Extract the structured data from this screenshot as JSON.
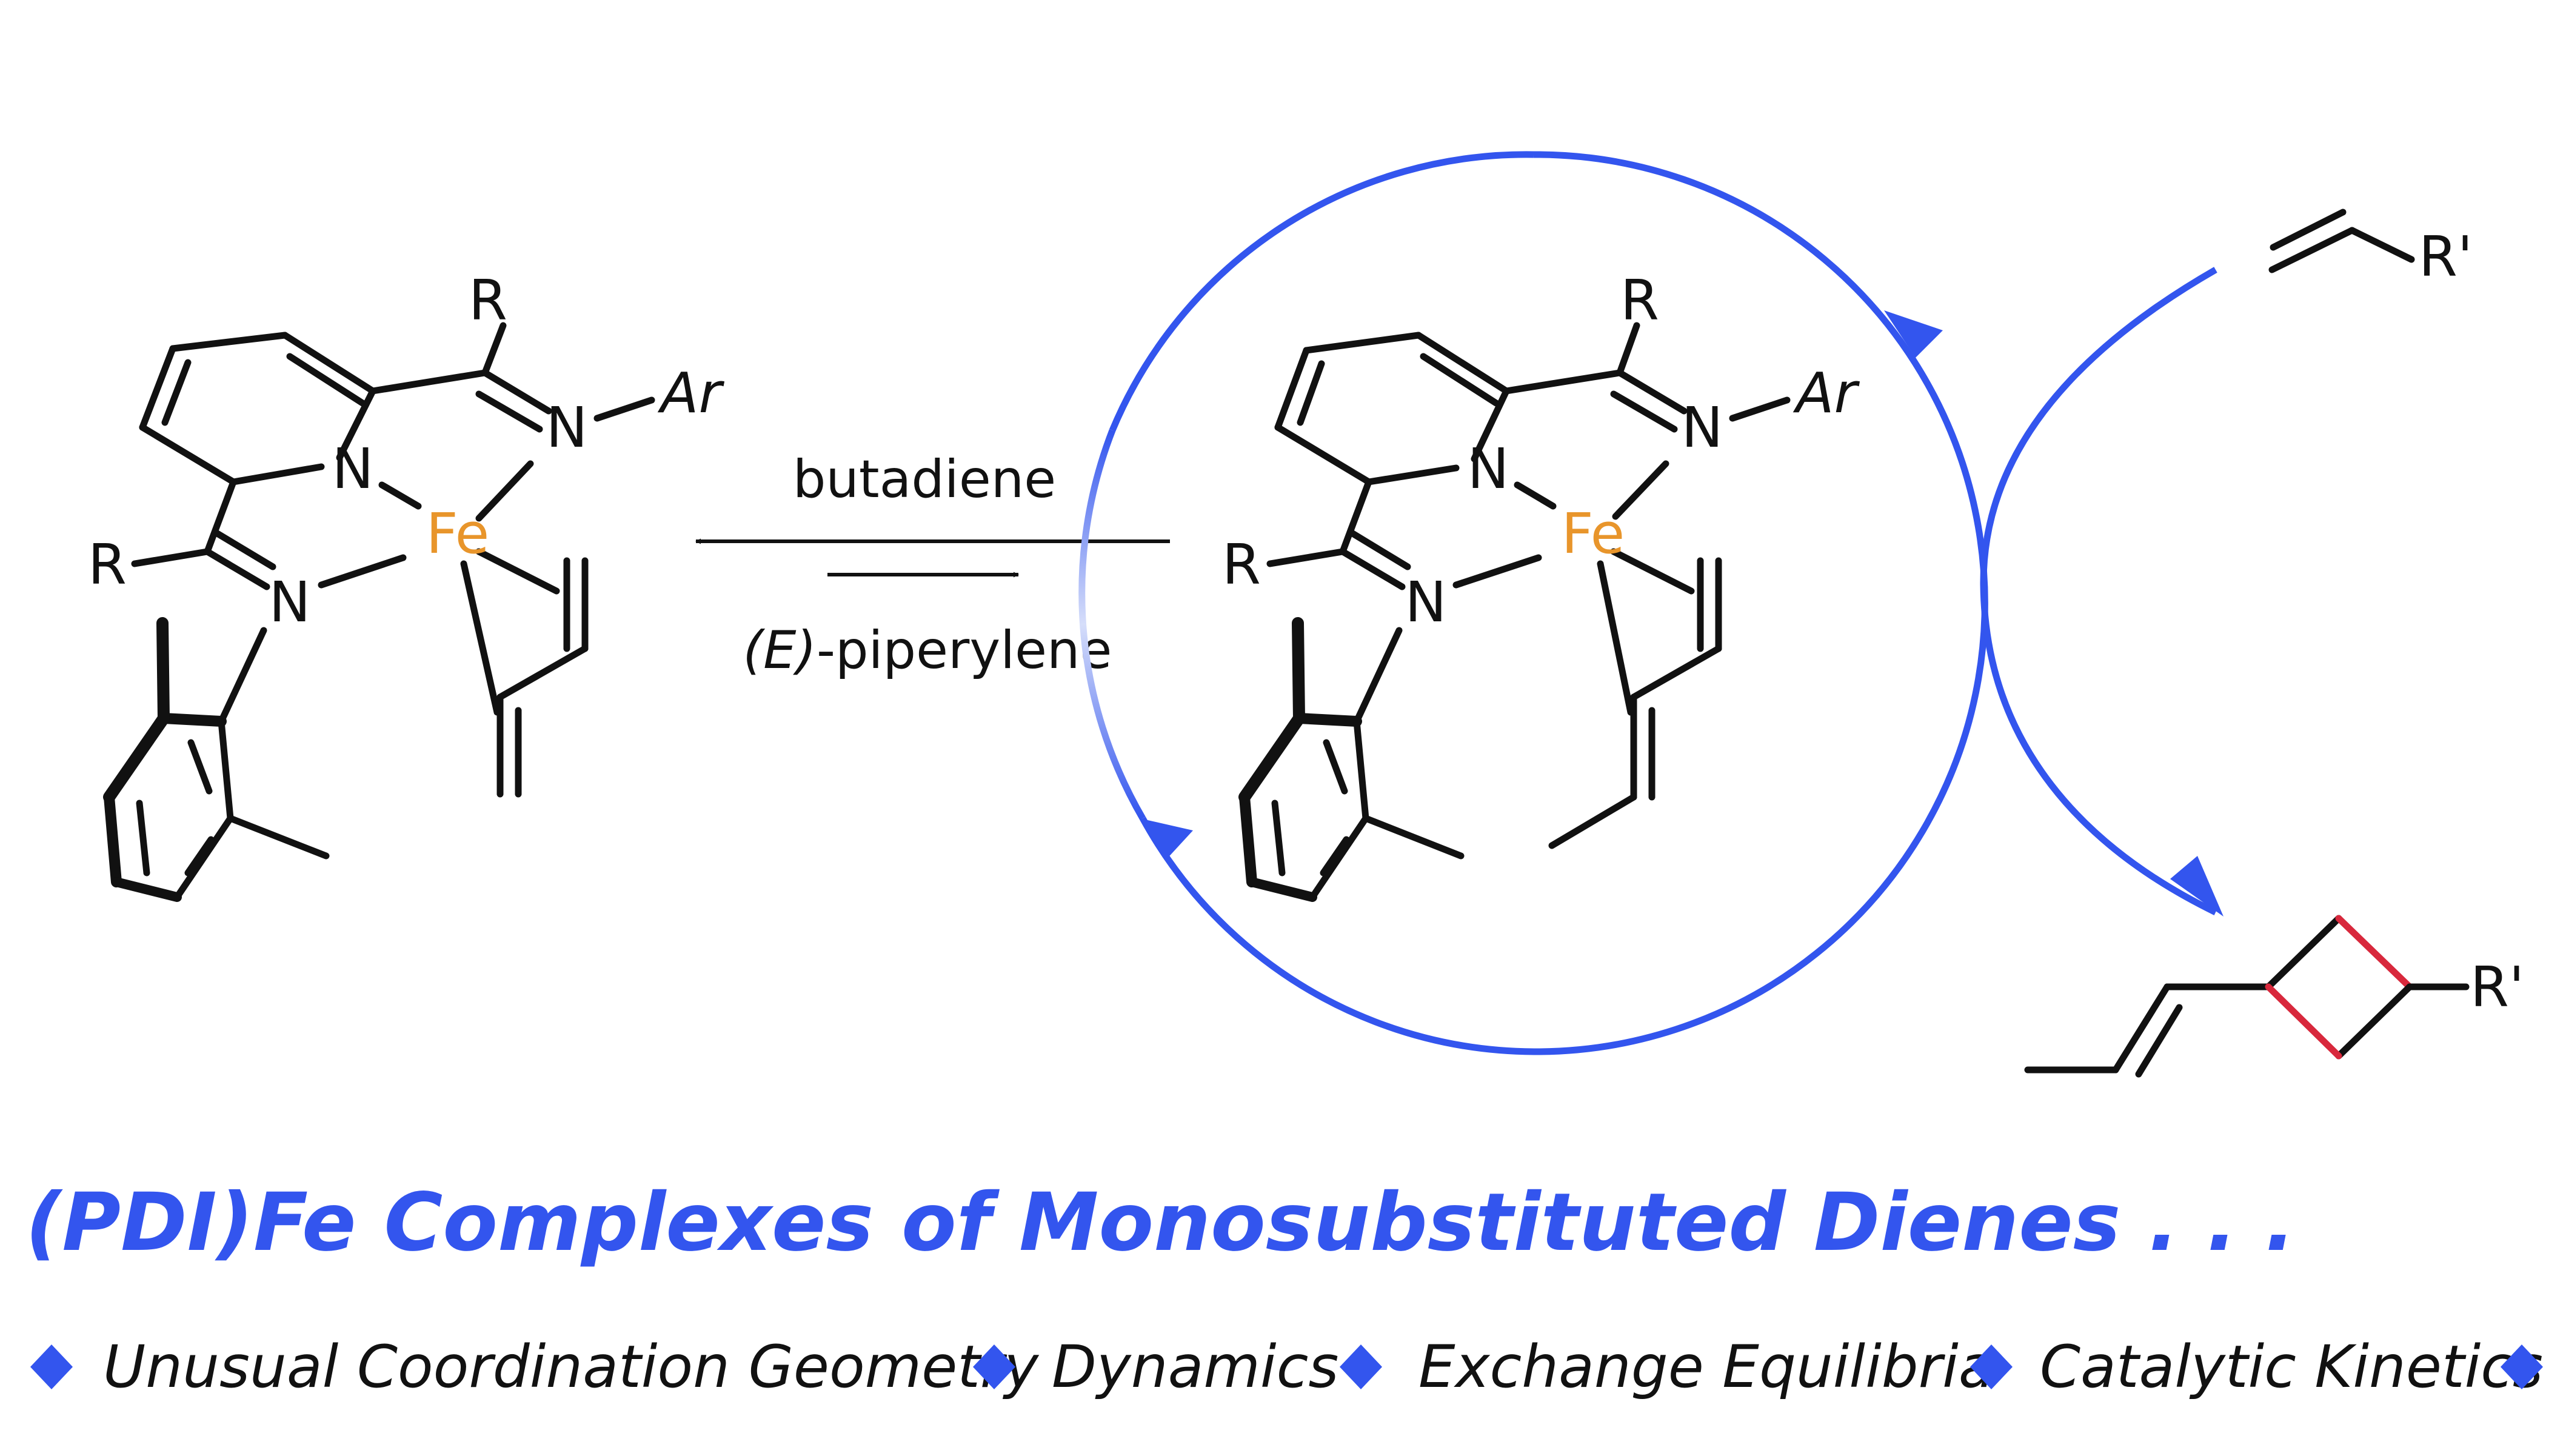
{
  "colors": {
    "accent": "#3355EE",
    "iron": "#E8952B",
    "bond": "#111111",
    "highlight_bond": "#D8283C"
  },
  "icons": [
    "diamond-bullet-icon"
  ],
  "complex_left": {
    "r_top": "R",
    "r_left": "R",
    "n_pyridine": "N",
    "n_imine_right": "N",
    "n_imine_left": "N",
    "ar": "Ar",
    "metal": "Fe"
  },
  "complex_right": {
    "r_top": "R",
    "r_left": "R",
    "n_pyridine": "N",
    "n_imine_right": "N",
    "n_imine_left": "N",
    "ar": "Ar",
    "metal": "Fe"
  },
  "equilibrium": {
    "top_reagent": "butadiene",
    "bottom_reagent_italic": "(E)",
    "bottom_reagent_rest": "-piperylene"
  },
  "substrate": {
    "r_prime": "R'"
  },
  "product": {
    "r_prime": "R'"
  },
  "title": "(PDI)Fe Complexes of Monosubstituted Dienes . . .",
  "bullets": [
    "Unusual Coordination Geometry",
    "Dynamics",
    "Exchange Equilibria",
    "Catalytic Kinetics"
  ]
}
